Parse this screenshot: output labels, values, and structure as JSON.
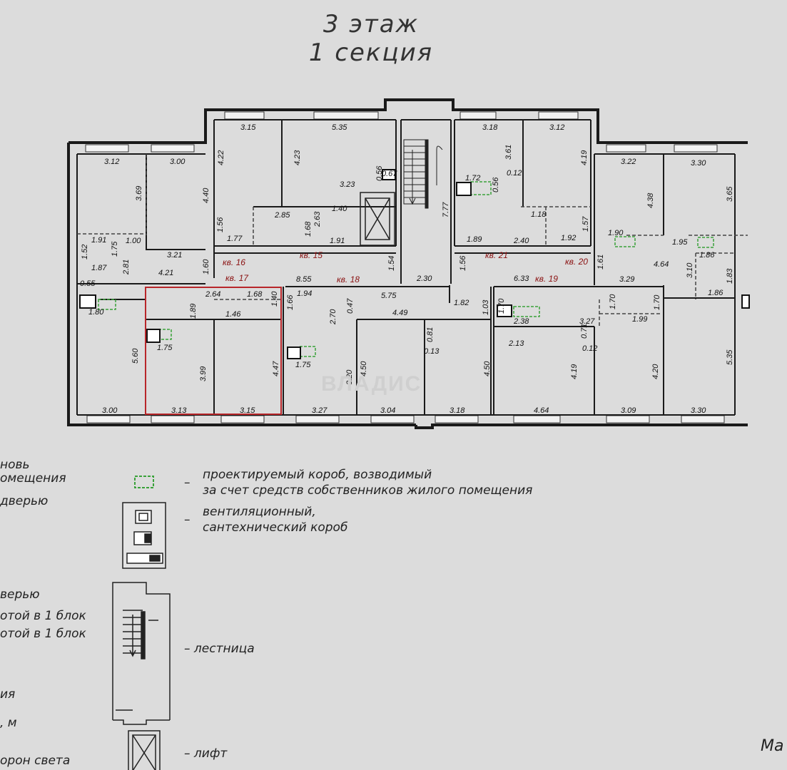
{
  "title": {
    "floor": "3 этаж",
    "section": "1 секция"
  },
  "apartments": [
    "кв. 16",
    "кв. 17",
    "кв. 18",
    "кв. 15",
    "кв. 21",
    "кв. 20",
    "кв. 19"
  ],
  "dimensions": {
    "d01": "3.15",
    "d02": "5.35",
    "d03": "3.18",
    "d04": "3.12",
    "d05": "3.12",
    "d06": "3.00",
    "d07": "3.22",
    "d08": "3.30",
    "d09": "4.22",
    "d10": "4.23",
    "d11": "3.69",
    "d12": "4.40",
    "d13": "3.23",
    "d14": "0.56",
    "d15": "0.67",
    "d16": "3.61",
    "d17": "0.12",
    "d18": "4.19",
    "d19": "4.38",
    "d20": "3.65",
    "d21": "1.72",
    "d22": "0.56",
    "d23": "2.85",
    "d24": "1.40",
    "d25": "1.56",
    "d26": "1.77",
    "d27": "1.68",
    "d28": "2.63",
    "d29": "1.91",
    "d30": "7.77",
    "d31": "1.89",
    "d32": "2.40",
    "d33": "1.92",
    "d34": "1.57",
    "d35": "1.18",
    "d36": "1.91",
    "d37": "1.00",
    "d38": "3.21",
    "d39": "4.21",
    "d40": "1.52",
    "d41": "1.87",
    "d42": "2.81",
    "d43": "1.75",
    "d44": "1.60",
    "d45": "8.55",
    "d46": "1.54",
    "d47": "2.30",
    "d48": "1.56",
    "d49": "6.33",
    "d50": "1.61",
    "d51": "3.29",
    "d52": "4.64",
    "d53": "1.90",
    "d54": "1.95",
    "d55": "1.86",
    "d56": "1.83",
    "d57": "3.10",
    "d58": "1.86",
    "d59": "0.55",
    "d60": "1.80",
    "d61": "2.64",
    "d62": "1.68",
    "d63": "1.46",
    "d64": "1.40",
    "d65": "1.94",
    "d66": "5.75",
    "d67": "4.49",
    "d68": "1.82",
    "d69": "1.03",
    "d70": "1.70",
    "d71": "2.38",
    "d72": "3.27",
    "d73": "1.70",
    "d74": "1.99",
    "d75": "1.70",
    "d76": "1.75",
    "d77": "1.75",
    "d78": "2.13",
    "d79": "5.60",
    "d80": "3.99",
    "d81": "4.47",
    "d82": "3.20",
    "d83": "4.50",
    "d84": "4.50",
    "d85": "4.19",
    "d86": "4.20",
    "d87": "5.35",
    "d88": "3.00",
    "d89": "3.13",
    "d90": "3.15",
    "d91": "3.27",
    "d92": "3.04",
    "d93": "3.18",
    "d94": "4.64",
    "d95": "3.09",
    "d96": "3.30",
    "d97": "2.70",
    "d98": "0.81",
    "d99": "0.13",
    "d100": "1.66",
    "d101": "1.89",
    "d102": "0.47",
    "d103": "0.12",
    "d104": "0.71"
  },
  "watermark": "ВЛАДИС",
  "legend": [
    {
      "text": "проектируемый короб, возводимый\nза счет средств собственников жилого помещения"
    },
    {
      "text": "вентиляционный,\nсантехнический короб"
    },
    {
      "text": "лестница"
    },
    {
      "text": "лифт"
    }
  ],
  "cut_text": [
    "новь",
    "омещения",
    "дверью",
    "верью",
    "отой в 1 блок",
    "отой в 1 блок",
    "ия",
    ", м",
    "орон света"
  ],
  "corner_text": "Ма",
  "colors": {
    "wall": "#1a1a1a",
    "highlight": "#b8262a",
    "green": "#3aa23a",
    "apt": "#8a1010"
  }
}
